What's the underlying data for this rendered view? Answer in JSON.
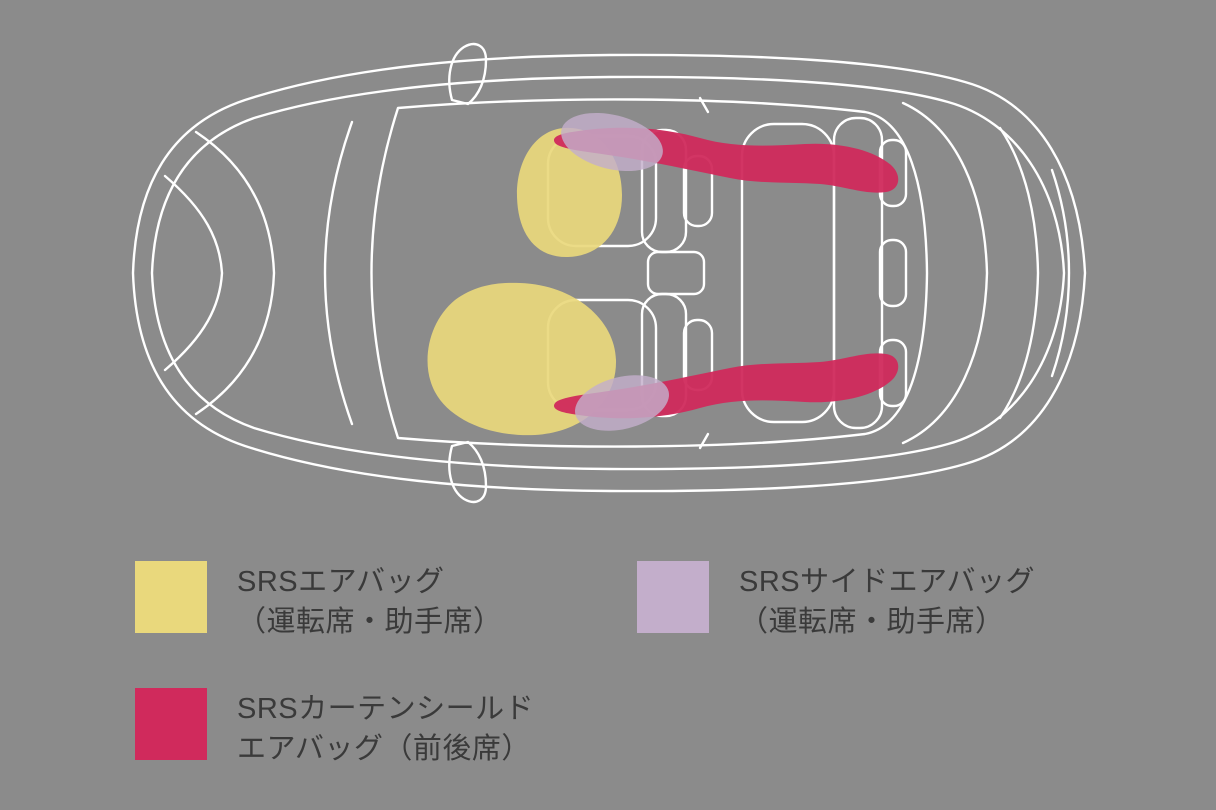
{
  "page": {
    "background_color": "#8b8b8b",
    "text_color": "#3a3a3a"
  },
  "diagram": {
    "name": "car-airbag-top-view",
    "colors": {
      "car_line": "#ffffff",
      "front_airbag": "#e9d87c",
      "side_airbag": "#c3aecb",
      "curtain_airbag": "#d02a5c"
    }
  },
  "legend": {
    "items": [
      {
        "id": "front-airbag",
        "color": "#e9d87c",
        "label_line1": "SRSエアバッグ",
        "label_line2": "（運転席・助手席）"
      },
      {
        "id": "side-airbag",
        "color": "#c3aecb",
        "label_line1": "SRSサイドエアバッグ",
        "label_line2": "（運転席・助手席）"
      },
      {
        "id": "curtain-airbag",
        "color": "#d02a5c",
        "label_line1": "SRSカーテンシールド",
        "label_line2": "エアバッグ（前後席）"
      }
    ]
  }
}
